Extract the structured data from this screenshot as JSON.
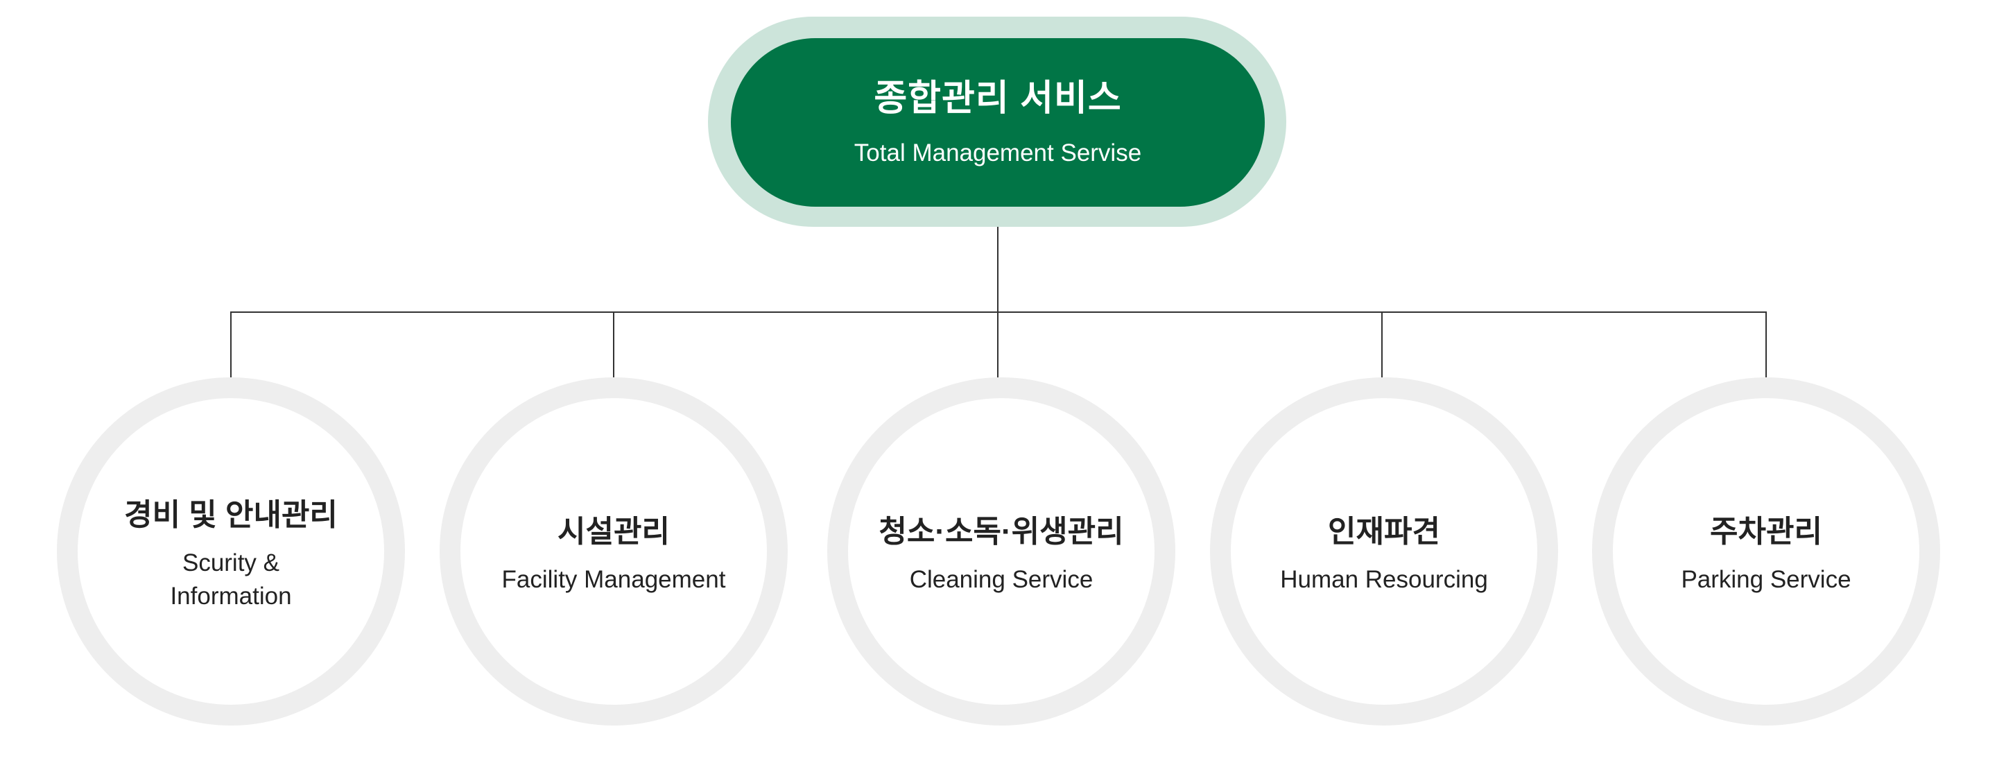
{
  "root": {
    "title": "종합관리 서비스",
    "subtitle": "Total Management Servise"
  },
  "services": [
    {
      "title": "경비 및 안내관리",
      "subtitle": "Scurity &\nInformation"
    },
    {
      "title": "시설관리",
      "subtitle": "Facility Management"
    },
    {
      "title": "청소·소독·위생관리",
      "subtitle": "Cleaning Service"
    },
    {
      "title": "인재파견",
      "subtitle": "Human Resourcing"
    },
    {
      "title": "주차관리",
      "subtitle": "Parking Service"
    }
  ],
  "colors": {
    "primary": "#017546",
    "primary_light": "#cce4da",
    "ring": "#eeeeee",
    "line": "#333333"
  }
}
